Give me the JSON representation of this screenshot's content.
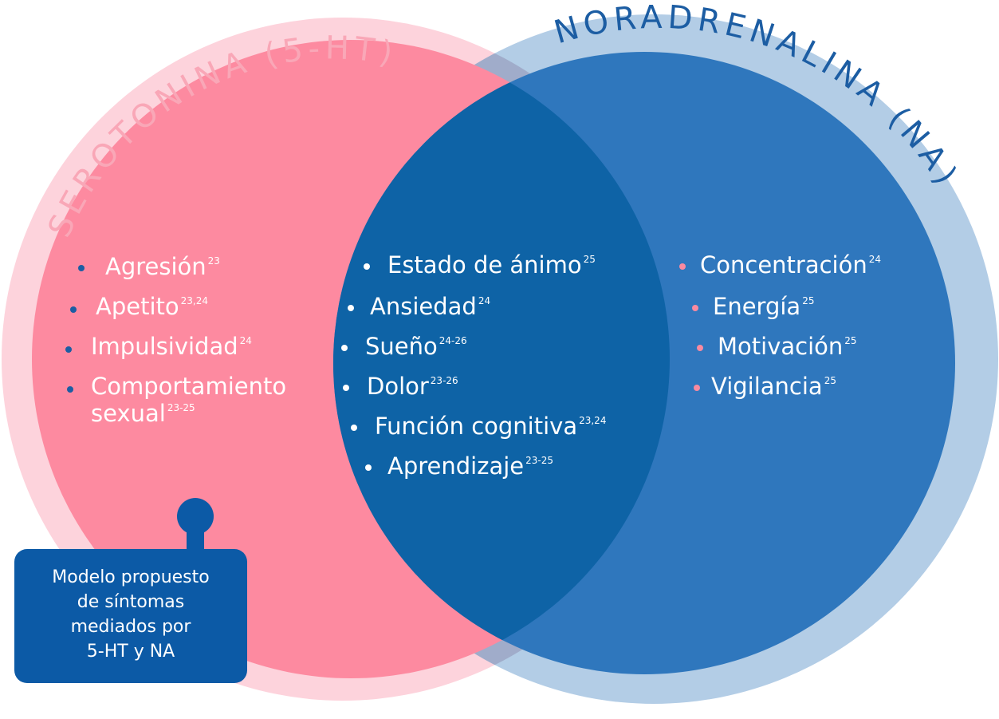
{
  "colors": {
    "serotonin_outer": "#fdd3dc",
    "serotonin_inner": "#fd8aa0",
    "noradrenaline_outer": "#b3cde6",
    "noradrenaline_inner": "#2f77bd",
    "overlap": "#0e63a6",
    "title_serotonin": "#f9a7b7",
    "title_noradrenaline": "#1c5da3",
    "bullet_blue": "#1c5da3",
    "bullet_pink": "#f98aa0",
    "note_bg": "#0c5aa6"
  },
  "titles": {
    "serotonin": "SEROTONINA (5-HT)",
    "noradrenaline": "NORADRENALINA (NA)"
  },
  "serotonin_items": [
    {
      "label": "Agresión",
      "ref": "23"
    },
    {
      "label": "Apetito",
      "ref": "23,24"
    },
    {
      "label": "Impulsividad",
      "ref": "24"
    },
    {
      "label": "Comportamiento",
      "label2": "sexual",
      "ref": "23-25"
    }
  ],
  "shared_items": [
    {
      "label": "Estado de ánimo",
      "ref": "25"
    },
    {
      "label": "Ansiedad",
      "ref": "24"
    },
    {
      "label": "Sueño",
      "ref": "24-26"
    },
    {
      "label": "Dolor",
      "ref": "23-26"
    },
    {
      "label": "Función cognitiva",
      "ref": "23,24"
    },
    {
      "label": "Aprendizaje",
      "ref": "23-25"
    }
  ],
  "noradrenaline_items": [
    {
      "label": "Concentración",
      "ref": "24"
    },
    {
      "label": "Energía",
      "ref": "25"
    },
    {
      "label": "Motivación",
      "ref": "25"
    },
    {
      "label": "Vigilancia",
      "ref": "25"
    }
  ],
  "note": {
    "line1": "Modelo propuesto",
    "line2": "de síntomas",
    "line3": "mediados por",
    "line4": "5-HT y NA"
  }
}
